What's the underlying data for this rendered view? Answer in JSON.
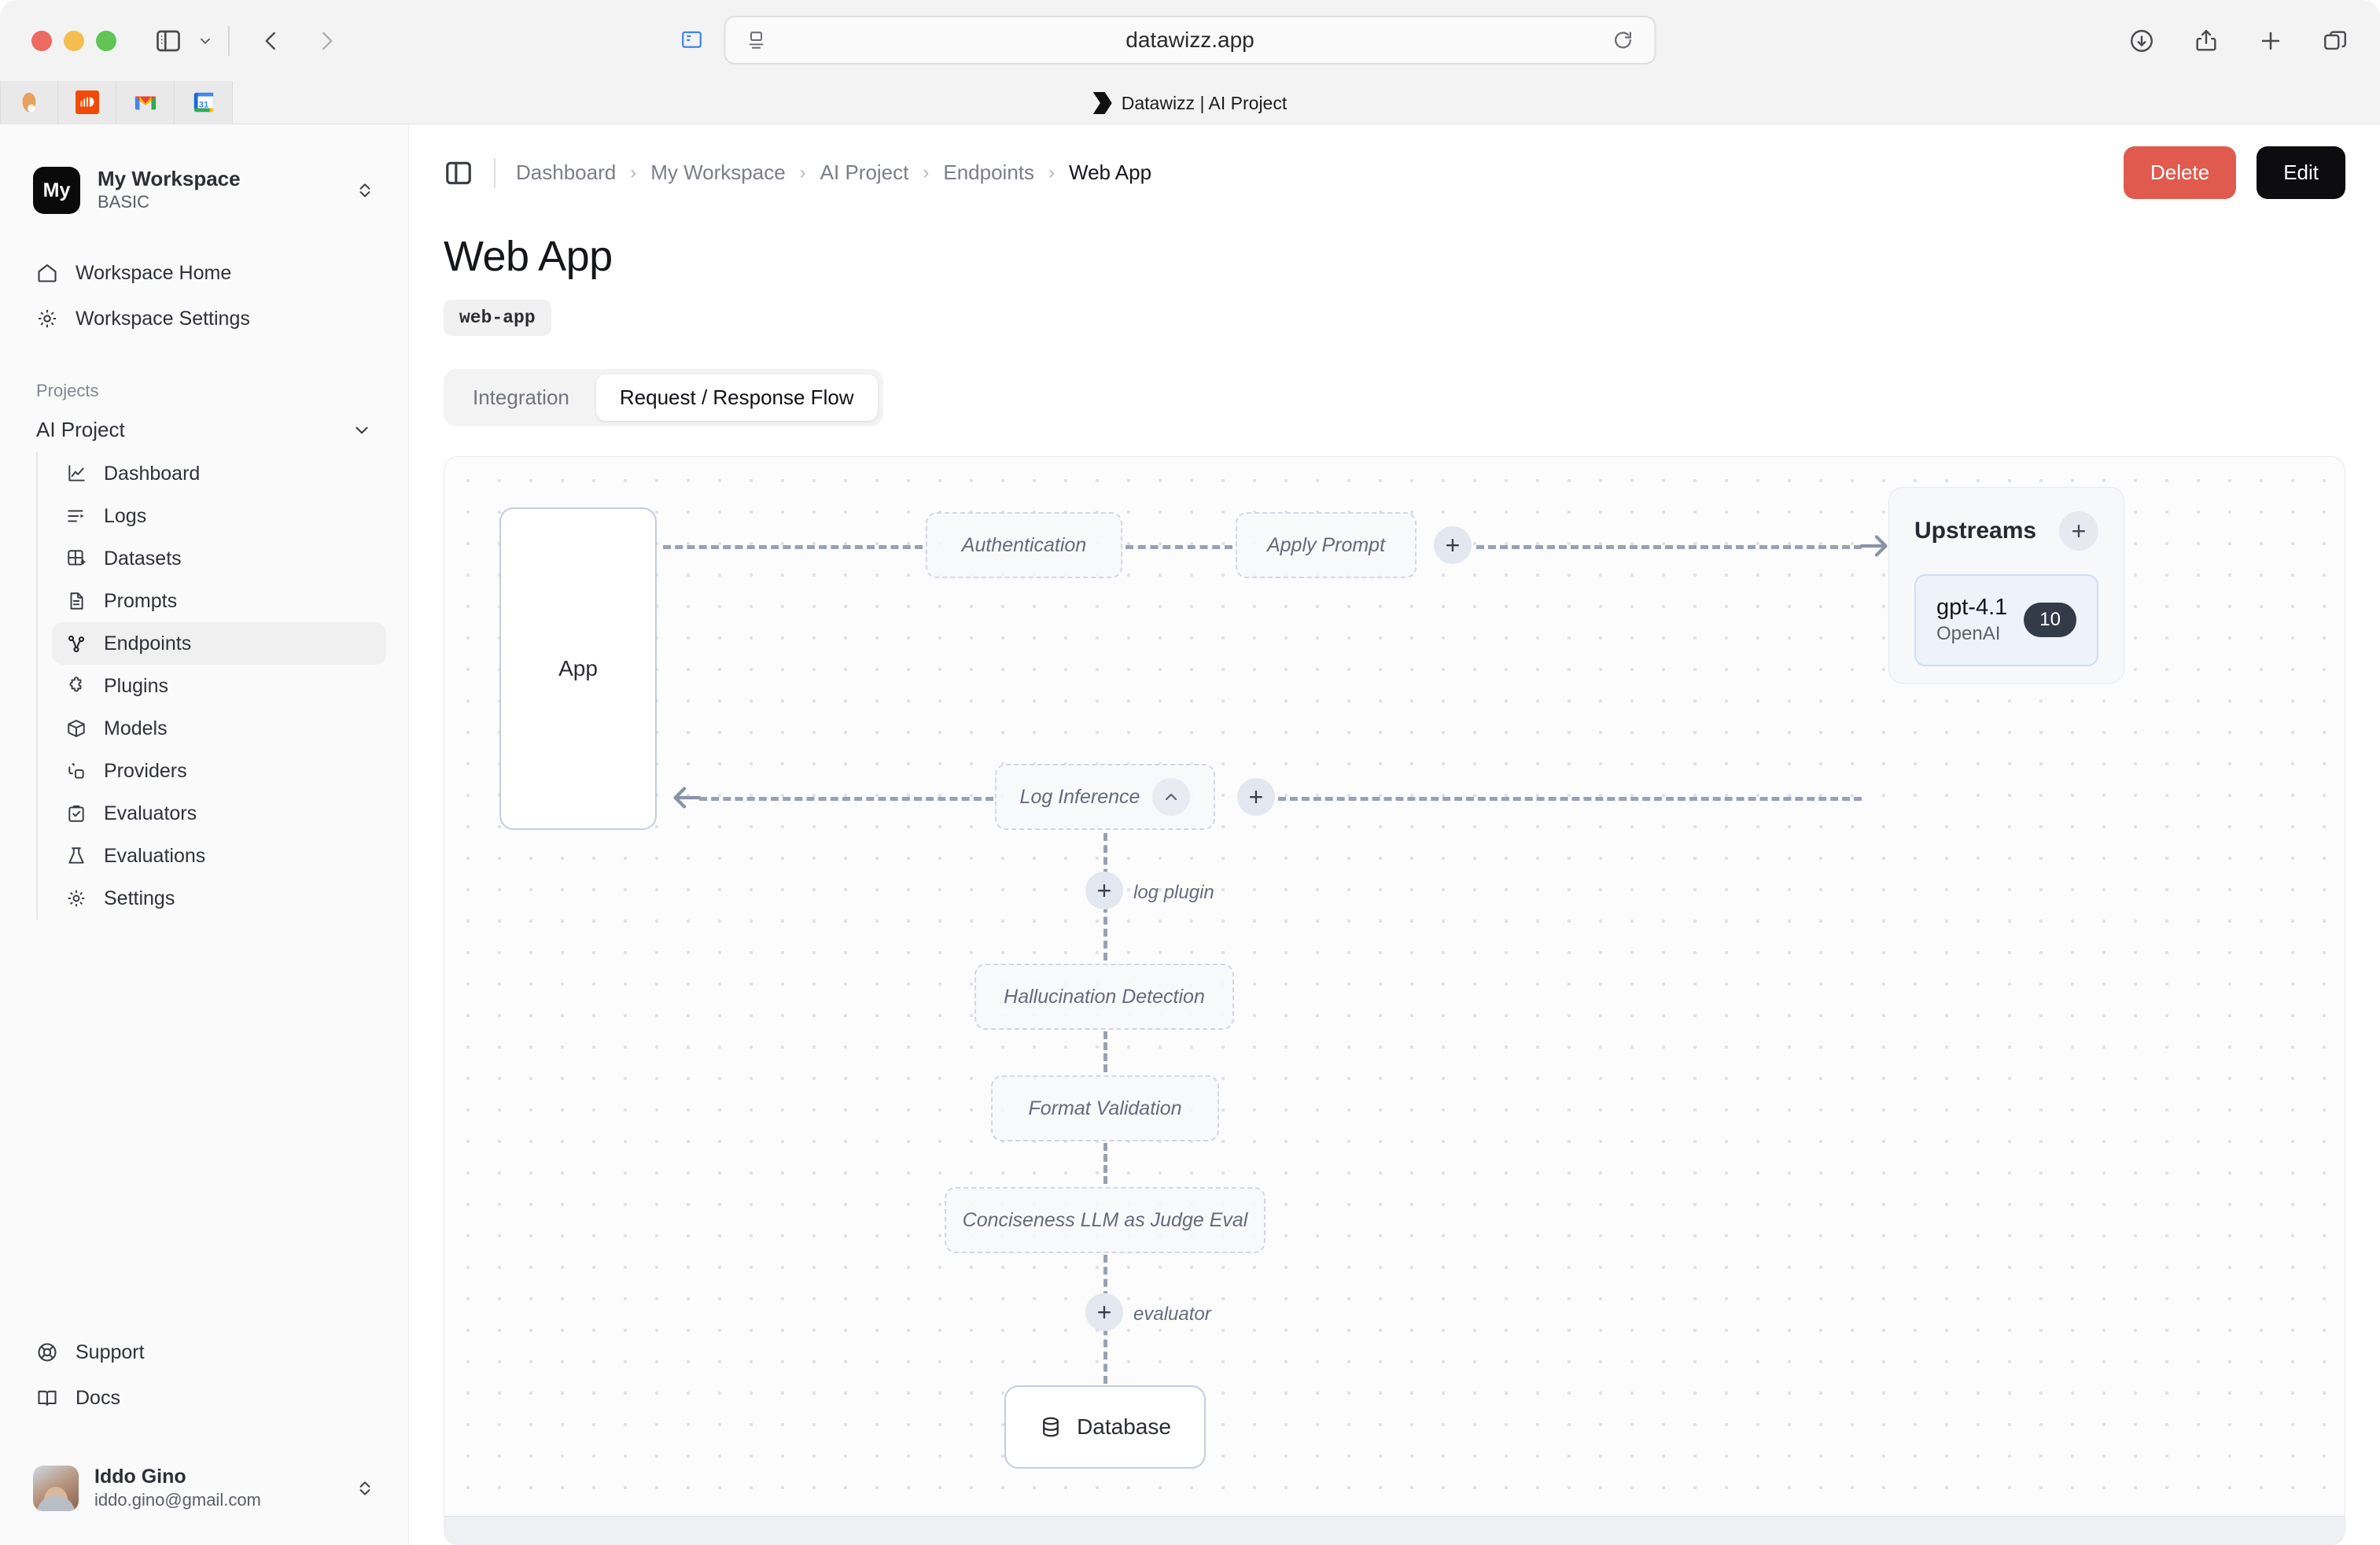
{
  "browser": {
    "url": "datawizz.app",
    "tab_title": "Datawizz | AI Project",
    "icons": {
      "sidebar_toggle": "sidebar-toggle-icon",
      "tab_overview": "tab-overview-chevron-icon",
      "back": "back-arrow-icon",
      "forward": "forward-arrow-icon",
      "reader": "reader-view-icon",
      "page_settings": "page-settings-icon",
      "reload": "reload-icon",
      "downloads": "downloads-icon",
      "share": "share-icon",
      "new_tab": "new-tab-icon",
      "tab_group": "tab-group-icon"
    },
    "favorites": [
      "photos-favicon",
      "soundcloud-favicon",
      "gmail-favicon",
      "google-calendar-favicon"
    ]
  },
  "sidebar": {
    "workspace": {
      "initials": "My",
      "name": "My Workspace",
      "plan": "BASIC"
    },
    "top_items": [
      {
        "label": "Workspace Home",
        "icon": "home-icon"
      },
      {
        "label": "Workspace Settings",
        "icon": "gear-icon"
      }
    ],
    "section_label": "Projects",
    "project": {
      "name": "AI Project"
    },
    "project_items": [
      {
        "label": "Dashboard",
        "icon": "chart-line-icon",
        "active": false
      },
      {
        "label": "Logs",
        "icon": "logs-icon",
        "active": false
      },
      {
        "label": "Datasets",
        "icon": "datasets-icon",
        "active": false
      },
      {
        "label": "Prompts",
        "icon": "prompts-document-icon",
        "active": false
      },
      {
        "label": "Endpoints",
        "icon": "endpoints-icon",
        "active": true
      },
      {
        "label": "Plugins",
        "icon": "puzzle-icon",
        "active": false
      },
      {
        "label": "Models",
        "icon": "box-icon",
        "active": false
      },
      {
        "label": "Providers",
        "icon": "providers-icon",
        "active": false
      },
      {
        "label": "Evaluators",
        "icon": "clipboard-check-icon",
        "active": false
      },
      {
        "label": "Evaluations",
        "icon": "flask-icon",
        "active": false
      },
      {
        "label": "Settings",
        "icon": "gear-icon",
        "active": false
      }
    ],
    "bottom_items": [
      {
        "label": "Support",
        "icon": "lifebuoy-icon"
      },
      {
        "label": "Docs",
        "icon": "book-icon"
      }
    ],
    "user": {
      "name": "Iddo Gino",
      "email": "iddo.gino@gmail.com"
    }
  },
  "header": {
    "breadcrumbs": [
      "Dashboard",
      "My Workspace",
      "AI Project",
      "Endpoints",
      "Web App"
    ],
    "delete_label": "Delete",
    "edit_label": "Edit",
    "delete_color": "#e05a4e",
    "edit_color": "#0d0d0f"
  },
  "page": {
    "title": "Web App",
    "slug": "web-app",
    "tabs": [
      {
        "label": "Integration",
        "active": false
      },
      {
        "label": "Request / Response Flow",
        "active": true
      }
    ]
  },
  "flow": {
    "app_node": "App",
    "request_nodes": [
      "Authentication",
      "Apply Prompt"
    ],
    "response_node": "Log Inference",
    "plugin_chain": [
      "Hallucination Detection",
      "Format Validation",
      "Conciseness LLM as Judge Eval"
    ],
    "edge_labels": {
      "log_plugin": "log plugin",
      "evaluator": "evaluator"
    },
    "sink_node": "Database",
    "sink_icon": "database-icon",
    "add_symbol": "+",
    "collapse_icon": "chevron-up-icon"
  },
  "upstreams": {
    "title": "Upstreams",
    "add_label": "+",
    "items": [
      {
        "name": "gpt-4.1",
        "provider": "OpenAI",
        "weight": "10"
      }
    ]
  }
}
